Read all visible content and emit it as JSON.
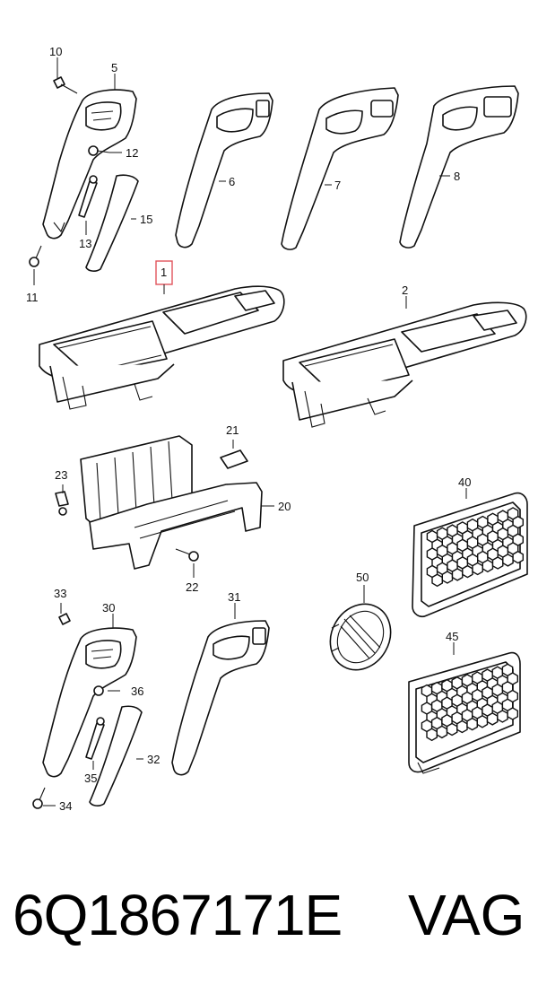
{
  "callouts": {
    "c1": "1",
    "c2": "2",
    "c5": "5",
    "c6": "6",
    "c7": "7",
    "c8": "8",
    "c10": "10",
    "c11": "11",
    "c12": "12",
    "c13": "13",
    "c15": "15",
    "c20": "20",
    "c21": "21",
    "c22": "22",
    "c23": "23",
    "c30": "30",
    "c31": "31",
    "c32": "32",
    "c33": "33",
    "c34": "34",
    "c35": "35",
    "c36": "36",
    "c40": "40",
    "c45": "45",
    "c50": "50"
  },
  "highlight_color": "#e0545c",
  "footer": {
    "part_number": "6Q1867171E",
    "brand": "VAG"
  }
}
